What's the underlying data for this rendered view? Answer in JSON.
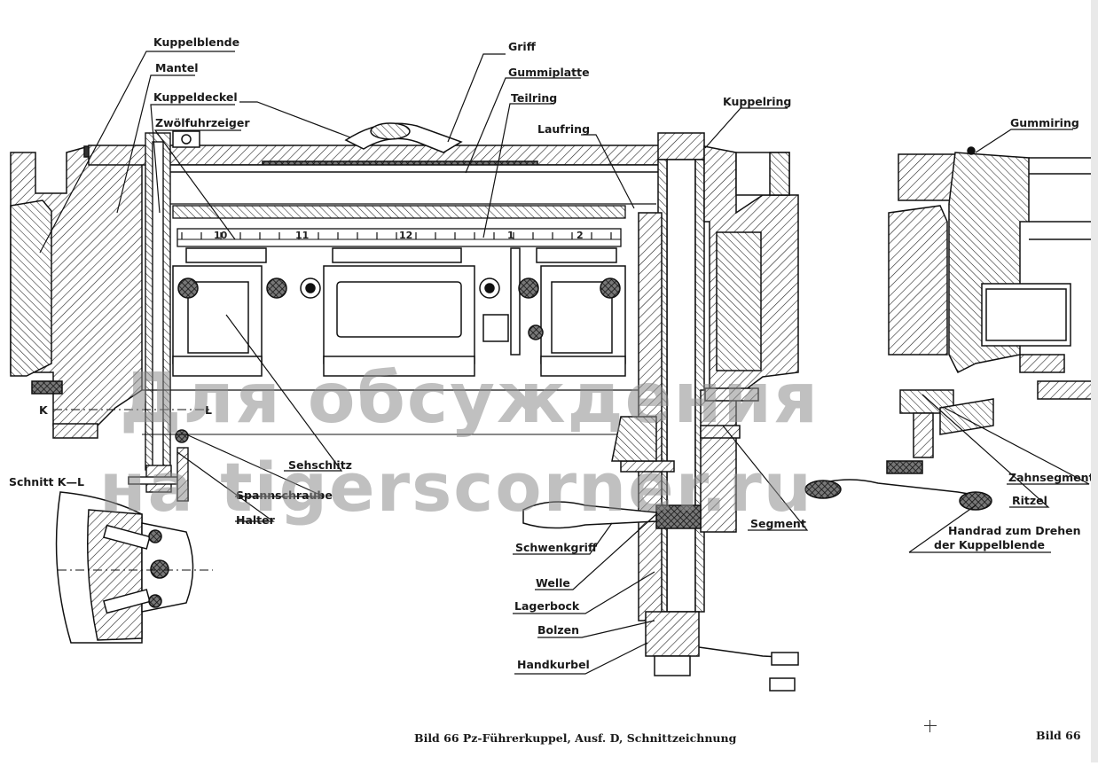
{
  "labels": {
    "kuppelblende": "Kuppelblende",
    "mantel": "Mantel",
    "kuppeldeckel": "Kuppeldeckel",
    "zwoelfuhrzeiger": "Zwölfuhrzeiger",
    "griff": "Griff",
    "gummiplatte": "Gummiplatte",
    "teilring": "Teilring",
    "laufring": "Laufring",
    "kuppelring": "Kuppelring",
    "gummiring": "Gummiring",
    "sehschlitz": "Sehschlitz",
    "spannschraube": "Spannschraube",
    "halter": "Halter",
    "segment": "Segment",
    "zahnsegment": "Zahnsegment",
    "ritzel": "Ritzel",
    "handrad_line1": "Handrad zum Drehen",
    "handrad_line2": "der Kuppelblende",
    "schwenkgriff": "Schwenkgriff",
    "welle": "Welle",
    "lagerbock": "Lagerbock",
    "bolzen": "Bolzen",
    "handkurbel": "Handkurbel",
    "schnitt": "Schnitt K—L",
    "k": "K",
    "l": "L"
  },
  "scale_numbers": [
    "10",
    "11",
    "12",
    "1",
    "2"
  ],
  "caption": {
    "main": "Bild 66  Pz-Führerkuppel, Ausf. D, Schnittzeichnung",
    "corner": "Bild 66"
  },
  "watermark": {
    "line1": "Для обсуждения",
    "line2": "на tigerscorner.ru"
  }
}
